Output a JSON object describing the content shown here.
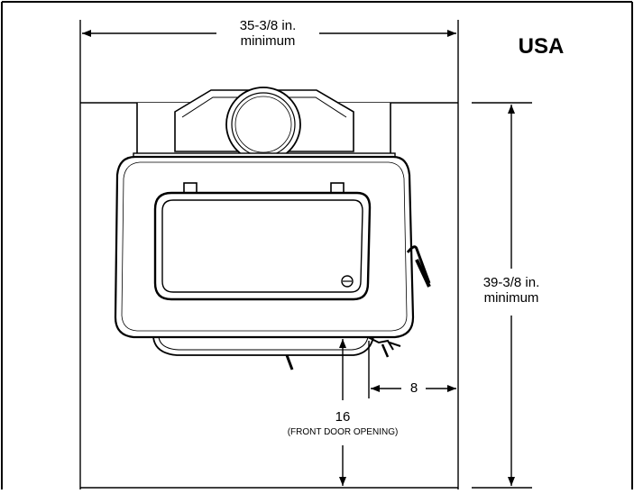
{
  "diagram": {
    "region_label": "USA",
    "width_dimension": {
      "value": "35-3/8 in.",
      "qualifier": "minimum"
    },
    "depth_dimension": {
      "value": "39-3/8 in.",
      "qualifier": "minimum"
    },
    "side_clearance": {
      "value": "8"
    },
    "front_clearance": {
      "value": "16",
      "note": "(FRONT DOOR OPENING)"
    }
  }
}
